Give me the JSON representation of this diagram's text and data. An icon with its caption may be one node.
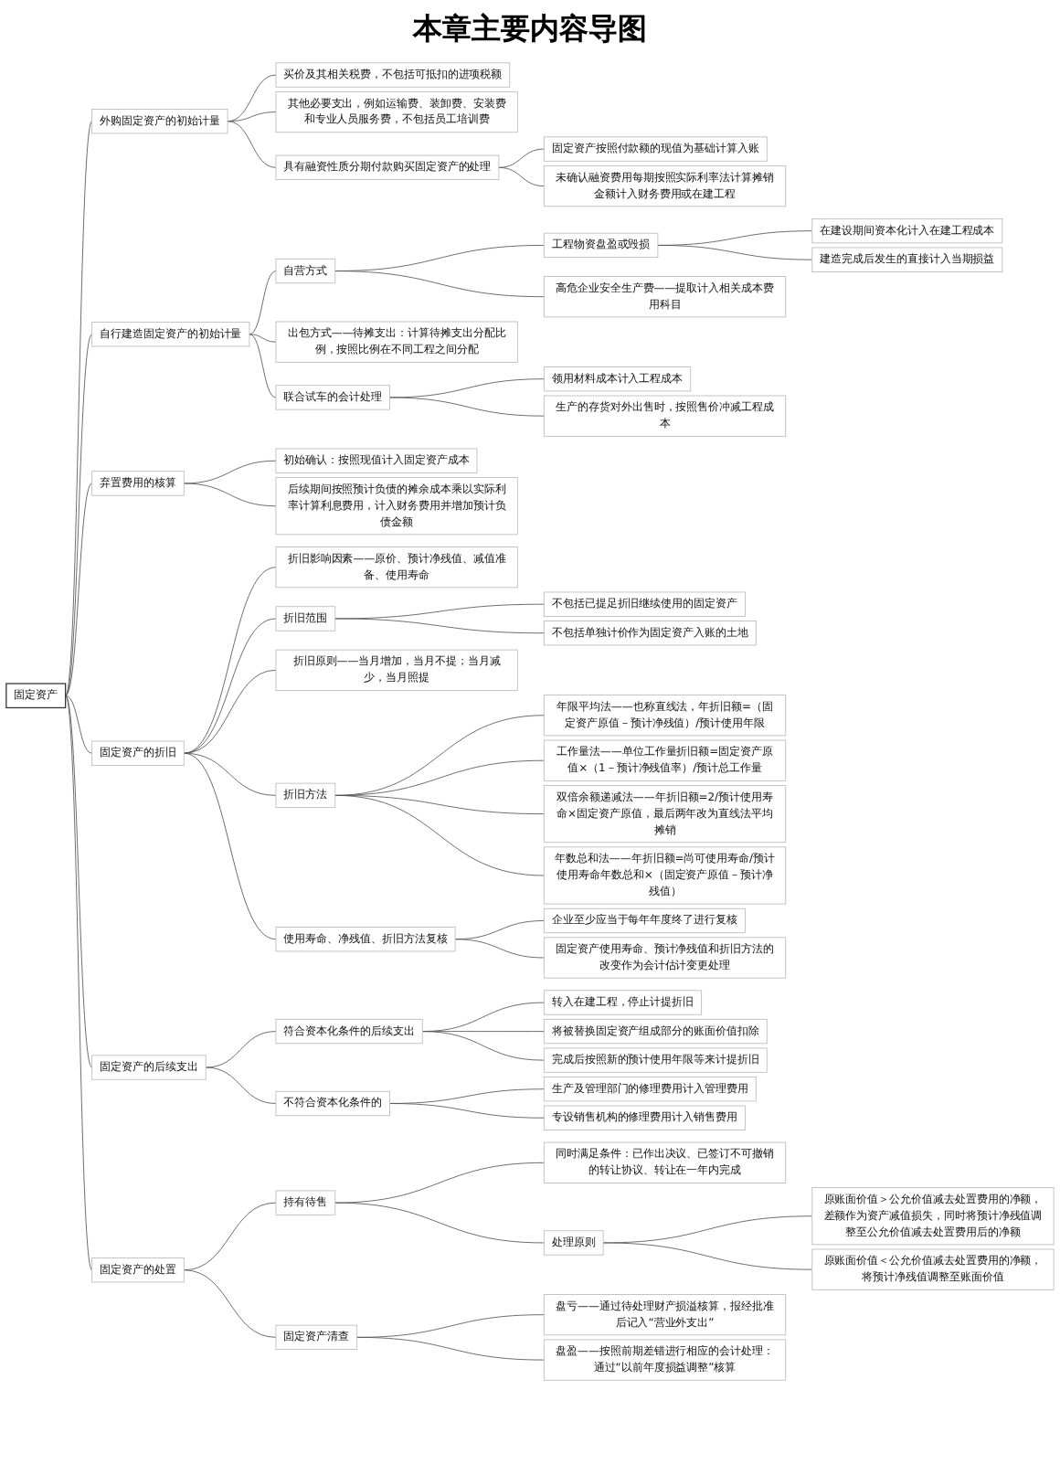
{
  "diagram": {
    "title": "本章主要内容导图",
    "nodes": [
      {
        "text": [
          "固定资产"
        ]
      },
      {
        "text": [
          "外购固定资产的初始计量"
        ]
      },
      {
        "text": [
          "买价及其相关税费，不包括可抵扣的进项税额"
        ]
      },
      {
        "text": [
          "其他必要支出，例如运输费、装卸费、安装费和专业人员服务费，不包括员工培训费"
        ]
      },
      {
        "text": [
          "具有融资性质分期付款购买固定资产的处理"
        ]
      },
      {
        "text": [
          "固定资产按照付款额的现值为基础计算入账"
        ]
      },
      {
        "text": [
          "未确认融资费用每期按照实际利率法计算摊销金额计入财务费用或在建工程"
        ]
      },
      {
        "text": [
          "自行建造固定资产的初始计量"
        ]
      },
      {
        "text": [
          "自营方式"
        ]
      },
      {
        "text": [
          "工程物资盘盈或毁损"
        ]
      },
      {
        "text": [
          "在建设期间资本化计入在建工程成本"
        ]
      },
      {
        "text": [
          "建造完成后发生的直接计入当期损益"
        ]
      },
      {
        "text": [
          "高危企业安全生产费——提取计入相关成本费用科目"
        ]
      },
      {
        "text": [
          "出包方式——待摊支出：计算待摊支出分配比例，按照比例在不同工程之间分配"
        ]
      },
      {
        "text": [
          "联合试车的会计处理"
        ]
      },
      {
        "text": [
          "领用材料成本计入工程成本"
        ]
      },
      {
        "text": [
          "生产的存货对外出售时，按照售价冲减工程成本"
        ]
      },
      {
        "text": [
          "弃置费用的核算"
        ]
      },
      {
        "text": [
          "初始确认：按照现值计入固定资产成本"
        ]
      },
      {
        "text": [
          "后续期间按照预计负债的摊余成本乘以实际利率计算利息费用，计入财务费用并增加预计负债金额"
        ]
      },
      {
        "text": [
          "固定资产的折旧"
        ]
      },
      {
        "text": [
          "折旧影响因素——原价、预计净残值、减值准备、使用寿命"
        ]
      },
      {
        "text": [
          "折旧范围"
        ]
      },
      {
        "text": [
          "不包括已提足折旧继续使用的固定资产"
        ]
      },
      {
        "text": [
          "不包括单独计价作为固定资产入账的土地"
        ]
      },
      {
        "text": [
          "折旧原则——当月增加，当月不提；当月减少，当月照提"
        ]
      },
      {
        "text": [
          "折旧方法"
        ]
      },
      {
        "text": [
          "年限平均法——也称直线法，年折旧额=（固定资产原值－预计净残值）/预计使用年限"
        ]
      },
      {
        "text": [
          "工作量法——单位工作量折旧额=固定资产原值×（1－预计净残值率）/预计总工作量"
        ]
      },
      {
        "text": [
          "双倍余额递减法——年折旧额=2/预计使用寿命×固定资产原值，最后两年改为直线法平均摊销"
        ]
      },
      {
        "text": [
          "年数总和法——年折旧额=尚可使用寿命/预计使用寿命年数总和×（固定资产原值－预计净残值）"
        ]
      },
      {
        "text": [
          "使用寿命、净残值、折旧方法复核"
        ]
      },
      {
        "text": [
          "企业至少应当于每年年度终了进行复核"
        ]
      },
      {
        "text": [
          "固定资产使用寿命、预计净残值和折旧方法的改变作为会计估计变更处理"
        ]
      },
      {
        "text": [
          "固定资产的后续支出"
        ]
      },
      {
        "text": [
          "符合资本化条件的后续支出"
        ]
      },
      {
        "text": [
          "转入在建工程，停止计提折旧"
        ]
      },
      {
        "text": [
          "将被替换固定资产组成部分的账面价值扣除"
        ]
      },
      {
        "text": [
          "完成后按照新的预计使用年限等来计提折旧"
        ]
      },
      {
        "text": [
          "不符合资本化条件的"
        ]
      },
      {
        "text": [
          "生产及管理部门的修理费用计入管理费用"
        ]
      },
      {
        "text": [
          "专设销售机构的修理费用计入销售费用"
        ]
      },
      {
        "text": [
          "固定资产的处置"
        ]
      },
      {
        "text": [
          "持有待售"
        ]
      },
      {
        "text": [
          "同时满足条件：已作出决议、已签订不可撤销的转让协议、转让在一年内完成"
        ]
      },
      {
        "text": [
          "处理原则"
        ]
      },
      {
        "text": [
          "原账面价值＞公允价值减去处置费用的净额，差额作为资产减值损失，同时将预计净残值调整至公允价值减去处置费用后的净额"
        ]
      },
      {
        "text": [
          "原账面价值＜公允价值减去处置费用的净额，将预计净残值调整至账面价值"
        ]
      },
      {
        "text": [
          "固定资产清查"
        ]
      },
      {
        "text": [
          "盘亏——通过待处理财产损溢核算，报经批准后记入“营业外支出”"
        ]
      },
      {
        "text": [
          "盘盈——按照前期差错进行相应的会计处理：通过“以前年度损益调整”核算"
        ]
      }
    ],
    "edges": [
      {
        "from": 0,
        "to": 1,
        "arrow": "none"
      },
      {
        "from": 1,
        "to": 2,
        "arrow": "none"
      },
      {
        "from": 1,
        "to": 3,
        "arrow": "none"
      },
      {
        "from": 1,
        "to": 4,
        "arrow": "none"
      },
      {
        "from": 4,
        "to": 5,
        "arrow": "none"
      },
      {
        "from": 4,
        "to": 6,
        "arrow": "none"
      },
      {
        "from": 0,
        "to": 7,
        "arrow": "none"
      },
      {
        "from": 7,
        "to": 8,
        "arrow": "none"
      },
      {
        "from": 8,
        "to": 9,
        "arrow": "none"
      },
      {
        "from": 9,
        "to": 10,
        "arrow": "none"
      },
      {
        "from": 9,
        "to": 11,
        "arrow": "none"
      },
      {
        "from": 8,
        "to": 12,
        "arrow": "none"
      },
      {
        "from": 7,
        "to": 13,
        "arrow": "none"
      },
      {
        "from": 7,
        "to": 14,
        "arrow": "none"
      },
      {
        "from": 14,
        "to": 15,
        "arrow": "none"
      },
      {
        "from": 14,
        "to": 16,
        "arrow": "none"
      },
      {
        "from": 0,
        "to": 17,
        "arrow": "none"
      },
      {
        "from": 17,
        "to": 18,
        "arrow": "none"
      },
      {
        "from": 17,
        "to": 19,
        "arrow": "none"
      },
      {
        "from": 0,
        "to": 20,
        "arrow": "none"
      },
      {
        "from": 20,
        "to": 21,
        "arrow": "none"
      },
      {
        "from": 20,
        "to": 22,
        "arrow": "none"
      },
      {
        "from": 22,
        "to": 23,
        "arrow": "none"
      },
      {
        "from": 22,
        "to": 24,
        "arrow": "none"
      },
      {
        "from": 20,
        "to": 25,
        "arrow": "none"
      },
      {
        "from": 20,
        "to": 26,
        "arrow": "none"
      },
      {
        "from": 26,
        "to": 27,
        "arrow": "none"
      },
      {
        "from": 26,
        "to": 28,
        "arrow": "none"
      },
      {
        "from": 26,
        "to": 29,
        "arrow": "none"
      },
      {
        "from": 26,
        "to": 30,
        "arrow": "none"
      },
      {
        "from": 20,
        "to": 31,
        "arrow": "none"
      },
      {
        "from": 31,
        "to": 32,
        "arrow": "none"
      },
      {
        "from": 31,
        "to": 33,
        "arrow": "none"
      },
      {
        "from": 0,
        "to": 34,
        "arrow": "none"
      },
      {
        "from": 34,
        "to": 35,
        "arrow": "none"
      },
      {
        "from": 35,
        "to": 36,
        "arrow": "none"
      },
      {
        "from": 35,
        "to": 37,
        "arrow": "none"
      },
      {
        "from": 35,
        "to": 38,
        "arrow": "none"
      },
      {
        "from": 34,
        "to": 39,
        "arrow": "none"
      },
      {
        "from": 39,
        "to": 40,
        "arrow": "none"
      },
      {
        "from": 39,
        "to": 41,
        "arrow": "none"
      },
      {
        "from": 0,
        "to": 42,
        "arrow": "none"
      },
      {
        "from": 42,
        "to": 43,
        "arrow": "none"
      },
      {
        "from": 43,
        "to": 44,
        "arrow": "none"
      },
      {
        "from": 43,
        "to": 45,
        "arrow": "none"
      },
      {
        "from": 45,
        "to": 46,
        "arrow": "none"
      },
      {
        "from": 45,
        "to": 47,
        "arrow": "none"
      },
      {
        "from": 42,
        "to": 48,
        "arrow": "none"
      },
      {
        "from": 48,
        "to": 49,
        "arrow": "none"
      },
      {
        "from": 48,
        "to": 50,
        "arrow": "none"
      }
    ]
  }
}
